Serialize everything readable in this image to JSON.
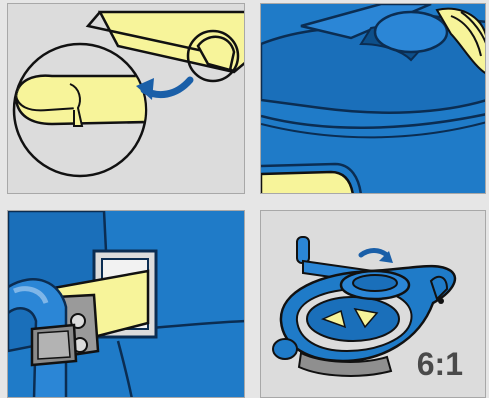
{
  "panels": [
    {
      "id": "step-1",
      "description": ""
    },
    {
      "id": "step-2",
      "description": ""
    },
    {
      "id": "step-3",
      "description": ""
    },
    {
      "id": "step-4",
      "ratio_label": "6:1"
    }
  ],
  "colors": {
    "blue": "#1f7bc8",
    "dark_blue": "#0d4f8a",
    "yellow": "#f7f49a",
    "grey_bg": "#dcdcdc",
    "outline": "#111111"
  },
  "icons": [
    "rotate-arrow-icon",
    "crank-arrow-icon"
  ]
}
